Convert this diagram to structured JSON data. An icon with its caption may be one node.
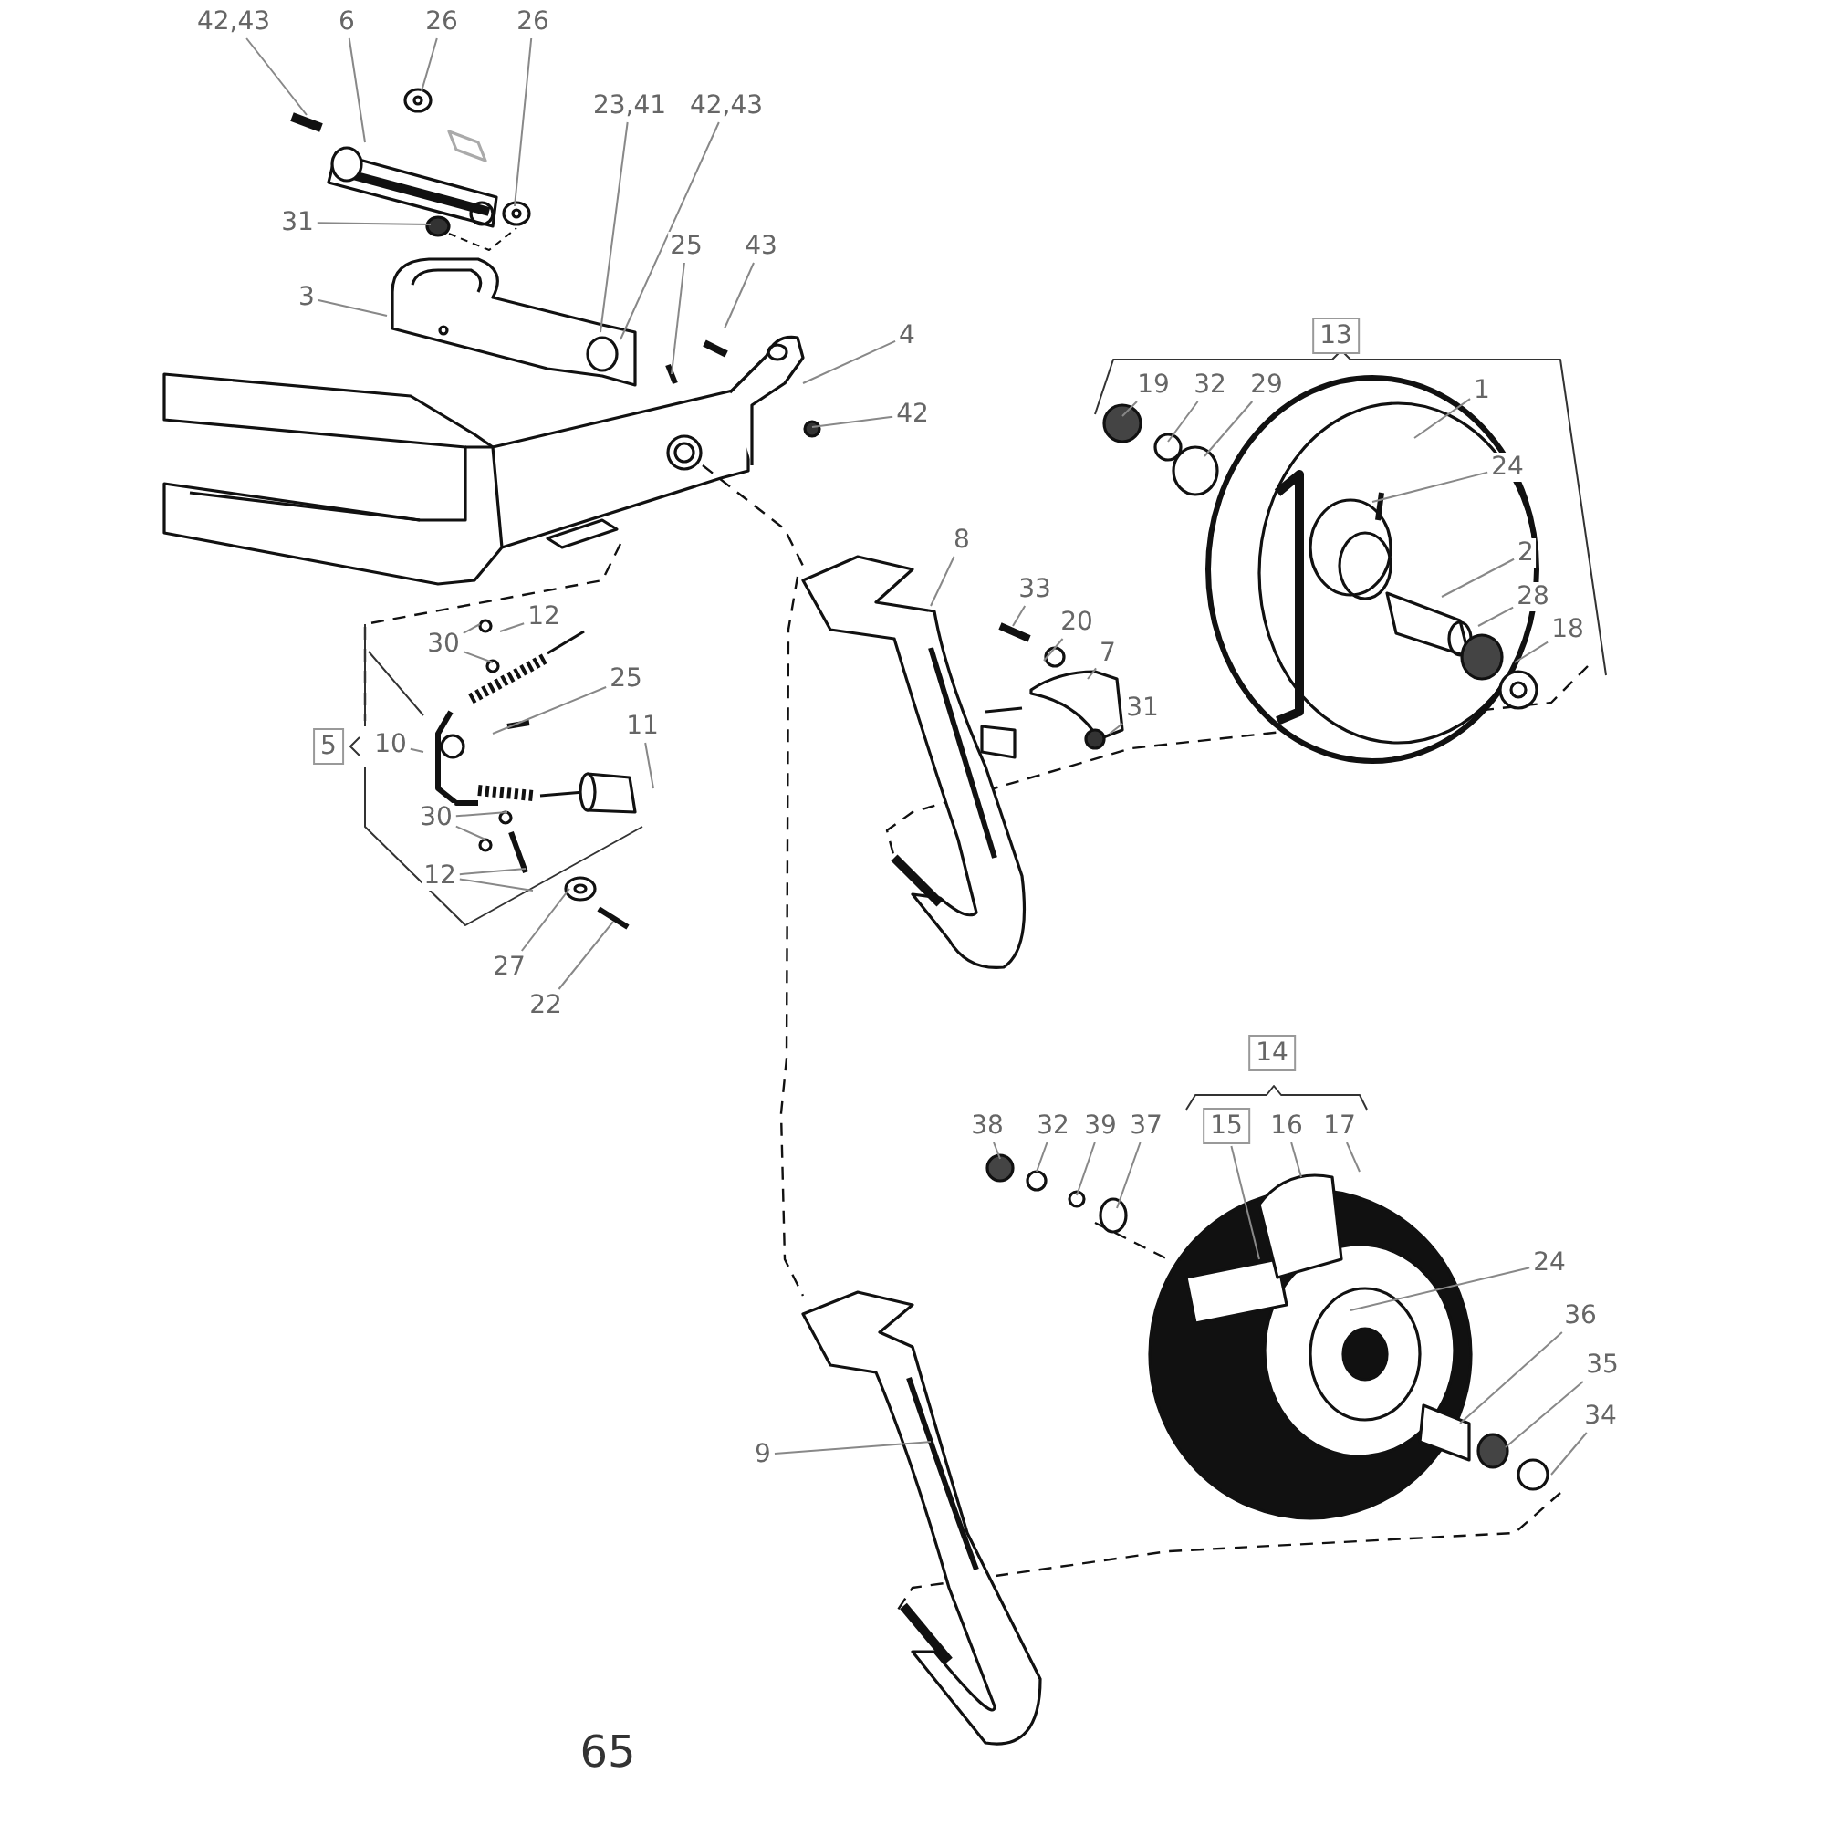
{
  "diagram": {
    "nodes": [
      {
        "text": [
          "42,43"
        ]
      },
      {
        "text": [
          "6"
        ]
      },
      {
        "text": [
          "26"
        ]
      },
      {
        "text": [
          "26"
        ]
      },
      {
        "text": [
          "31"
        ]
      },
      {
        "text": [
          "23,41"
        ]
      },
      {
        "text": [
          "42,43"
        ]
      },
      {
        "text": [
          "3"
        ]
      },
      {
        "text": [
          "25"
        ]
      },
      {
        "text": [
          "43"
        ]
      },
      {
        "text": [
          "4"
        ]
      },
      {
        "text": [
          "42"
        ]
      },
      {
        "text": [
          "13"
        ]
      },
      {
        "text": [
          "19"
        ]
      },
      {
        "text": [
          "32"
        ]
      },
      {
        "text": [
          "29"
        ]
      },
      {
        "text": [
          "1"
        ]
      },
      {
        "text": [
          "24"
        ]
      },
      {
        "text": [
          "2"
        ]
      },
      {
        "text": [
          "28"
        ]
      },
      {
        "text": [
          "18"
        ]
      },
      {
        "text": [
          "8"
        ]
      },
      {
        "text": [
          "33"
        ]
      },
      {
        "text": [
          "20"
        ]
      },
      {
        "text": [
          "7"
        ]
      },
      {
        "text": [
          "31"
        ]
      },
      {
        "text": [
          "30"
        ]
      },
      {
        "text": [
          "12"
        ]
      },
      {
        "text": [
          "5"
        ]
      },
      {
        "text": [
          "10"
        ]
      },
      {
        "text": [
          "25"
        ]
      },
      {
        "text": [
          "11"
        ]
      },
      {
        "text": [
          "30"
        ]
      },
      {
        "text": [
          "12"
        ]
      },
      {
        "text": [
          "27"
        ]
      },
      {
        "text": [
          "22"
        ]
      },
      {
        "text": [
          "14"
        ]
      },
      {
        "text": [
          "38"
        ]
      },
      {
        "text": [
          "32"
        ]
      },
      {
        "text": [
          "39"
        ]
      },
      {
        "text": [
          "37"
        ]
      },
      {
        "text": [
          "15"
        ]
      },
      {
        "text": [
          "16"
        ]
      },
      {
        "text": [
          "17"
        ]
      },
      {
        "text": [
          "24"
        ]
      },
      {
        "text": [
          "36"
        ]
      },
      {
        "text": [
          "35"
        ]
      },
      {
        "text": [
          "34"
        ]
      },
      {
        "text": [
          "9"
        ]
      }
    ],
    "edges": [
      {
        "from": 0,
        "to": null,
        "arrow": "none"
      },
      {
        "from": 1,
        "to": null,
        "arrow": "none"
      },
      {
        "from": 2,
        "to": null,
        "arrow": "none"
      },
      {
        "from": 3,
        "to": null,
        "arrow": "none"
      },
      {
        "from": 4,
        "to": null,
        "arrow": "none"
      },
      {
        "from": 5,
        "to": null,
        "arrow": "none"
      },
      {
        "from": 6,
        "to": null,
        "arrow": "none"
      },
      {
        "from": 7,
        "to": null,
        "arrow": "none"
      },
      {
        "from": 8,
        "to": null,
        "arrow": "none"
      },
      {
        "from": 9,
        "to": null,
        "arrow": "none"
      },
      {
        "from": 10,
        "to": null,
        "arrow": "none"
      },
      {
        "from": 11,
        "to": null,
        "arrow": "none"
      },
      {
        "from": 13,
        "to": null,
        "arrow": "none"
      },
      {
        "from": 14,
        "to": null,
        "arrow": "none"
      },
      {
        "from": 15,
        "to": null,
        "arrow": "none"
      },
      {
        "from": 16,
        "to": null,
        "arrow": "none"
      },
      {
        "from": 17,
        "to": null,
        "arrow": "none"
      },
      {
        "from": 18,
        "to": null,
        "arrow": "none"
      },
      {
        "from": 19,
        "to": null,
        "arrow": "none"
      },
      {
        "from": 20,
        "to": null,
        "arrow": "none"
      },
      {
        "from": 21,
        "to": null,
        "arrow": "none"
      },
      {
        "from": 22,
        "to": null,
        "arrow": "none"
      },
      {
        "from": 23,
        "to": null,
        "arrow": "none"
      },
      {
        "from": 24,
        "to": null,
        "arrow": "none"
      },
      {
        "from": 25,
        "to": null,
        "arrow": "none"
      },
      {
        "from": 26,
        "to": null,
        "arrow": "none"
      },
      {
        "from": 26,
        "to": null,
        "arrow": "none"
      },
      {
        "from": 27,
        "to": null,
        "arrow": "none"
      },
      {
        "from": 29,
        "to": null,
        "arrow": "none"
      },
      {
        "from": 30,
        "to": null,
        "arrow": "none"
      },
      {
        "from": 31,
        "to": null,
        "arrow": "none"
      },
      {
        "from": 32,
        "to": null,
        "arrow": "none"
      },
      {
        "from": 32,
        "to": null,
        "arrow": "none"
      },
      {
        "from": 33,
        "to": null,
        "arrow": "none"
      },
      {
        "from": 33,
        "to": null,
        "arrow": "none"
      },
      {
        "from": 34,
        "to": null,
        "arrow": "none"
      },
      {
        "from": 35,
        "to": null,
        "arrow": "none"
      },
      {
        "from": 37,
        "to": null,
        "arrow": "none"
      },
      {
        "from": 38,
        "to": null,
        "arrow": "none"
      },
      {
        "from": 39,
        "to": null,
        "arrow": "none"
      },
      {
        "from": 40,
        "to": null,
        "arrow": "none"
      },
      {
        "from": 41,
        "to": null,
        "arrow": "none"
      },
      {
        "from": 42,
        "to": null,
        "arrow": "none"
      },
      {
        "from": 43,
        "to": null,
        "arrow": "none"
      },
      {
        "from": 44,
        "to": null,
        "arrow": "none"
      },
      {
        "from": 45,
        "to": null,
        "arrow": "none"
      },
      {
        "from": 46,
        "to": null,
        "arrow": "none"
      },
      {
        "from": 47,
        "to": null,
        "arrow": "none"
      },
      {
        "from": 48,
        "to": null,
        "arrow": "none"
      }
    ],
    "labels": [
      "65"
    ]
  }
}
